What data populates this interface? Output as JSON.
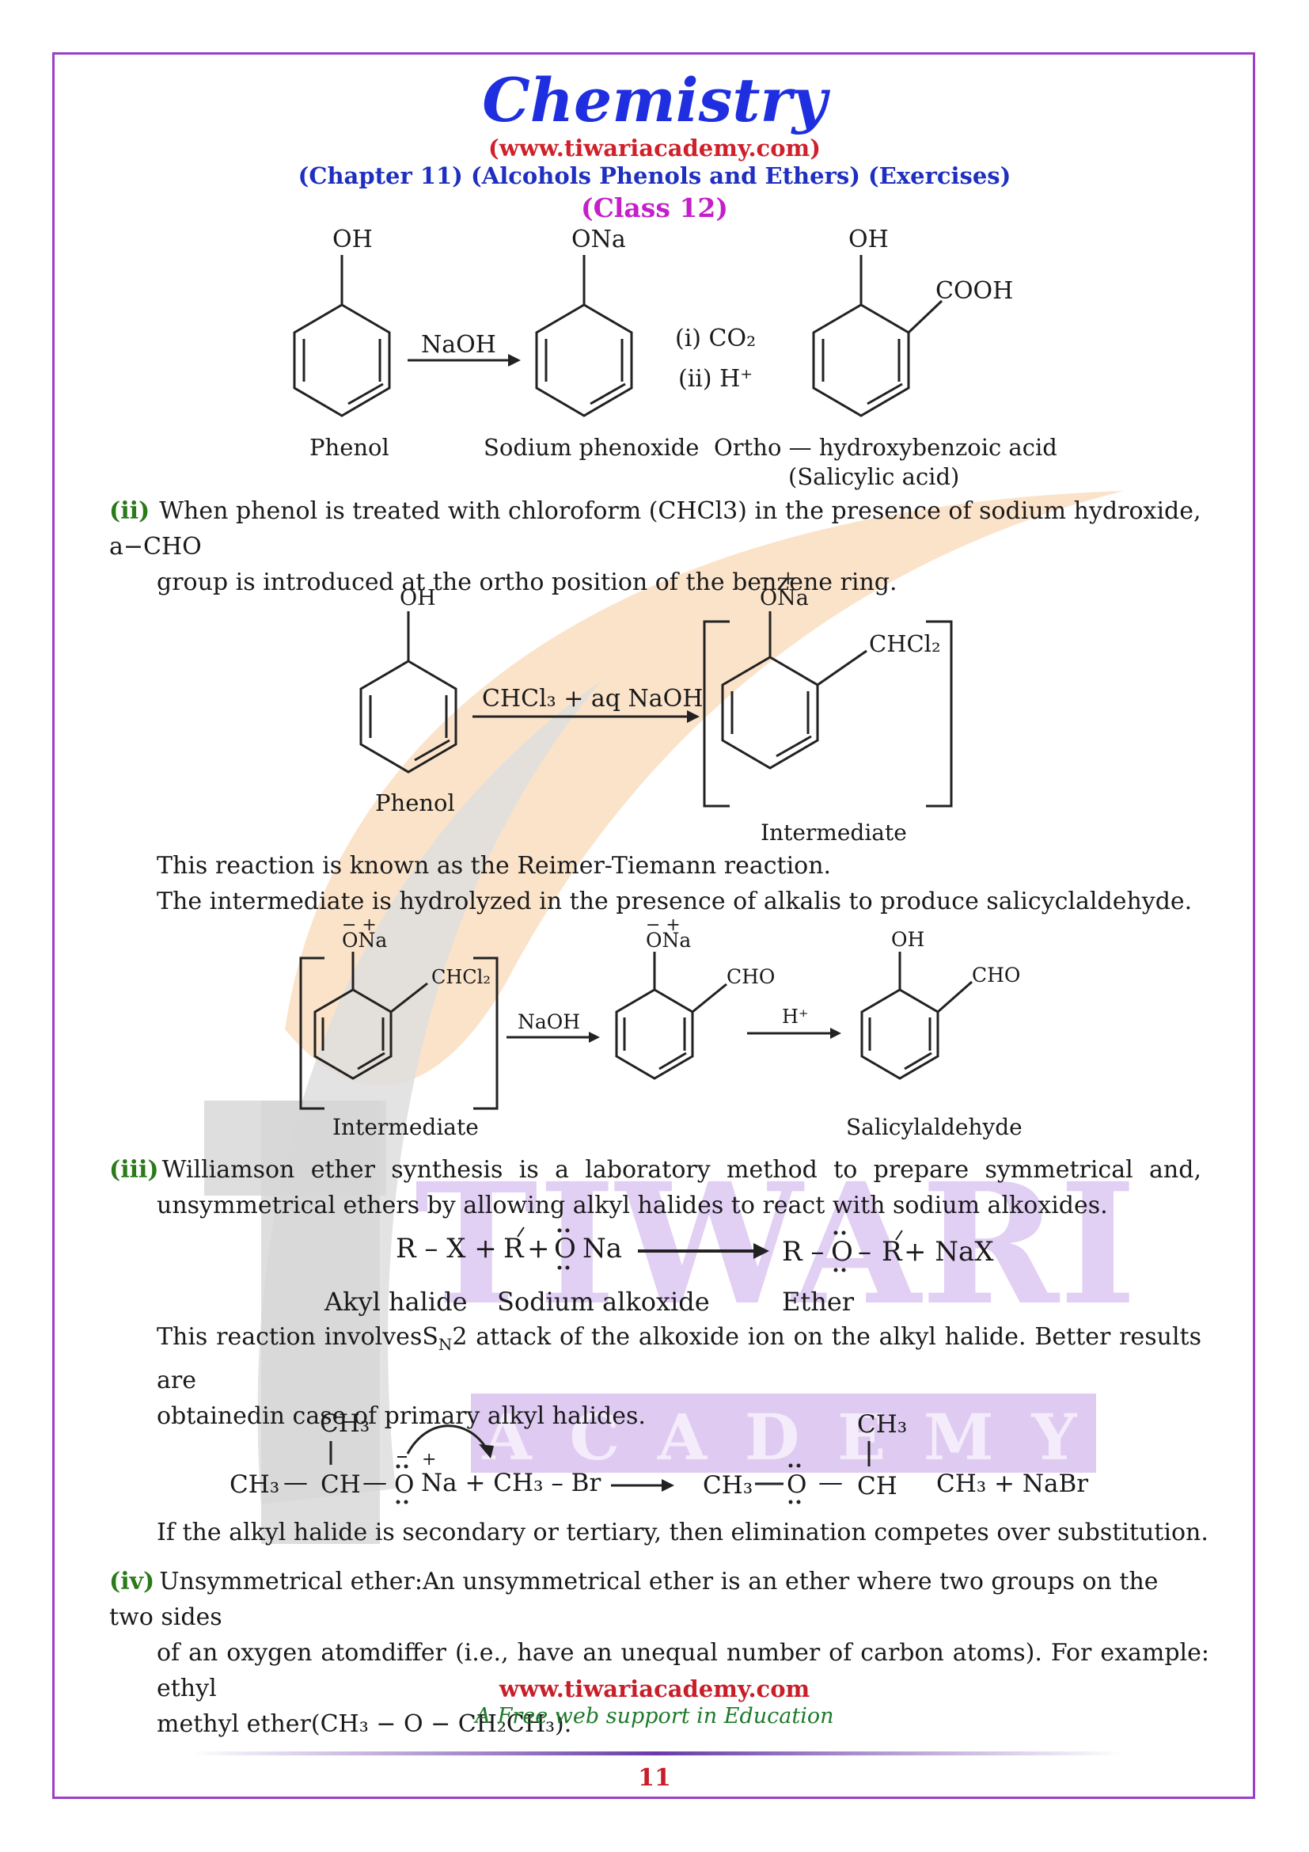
{
  "header": {
    "title": "Chemistry",
    "url": "(www.tiwariacademy.com)",
    "chapter": "(Chapter 11) (Alcohols Phenols and Ethers) (Exercises)",
    "class": "(Class 12)"
  },
  "watermark": {
    "word1": "TIWARI",
    "word2": "A C A D E M Y"
  },
  "scheme1": {
    "phenol_group": "OH",
    "phenoxide_group": "ONa",
    "product_oh": "OH",
    "product_cooh": "COOH",
    "reagent": "NaOH",
    "step1": "(i) CO₂",
    "step2": "(ii) H⁺",
    "label_phenol": "Phenol",
    "label_phenoxide": "Sodium phenoxide",
    "label_product": "Ortho — hydroxybenzoic acid",
    "label_product2": "(Salicylic acid)"
  },
  "section2": {
    "number": "(ii)",
    "text_line1": "When phenol is treated with chloroform (CHCl3) in the presence of sodium hydroxide, a−CHO",
    "text_line2": "group is introduced at the ortho position of the benzene ring."
  },
  "scheme2": {
    "oh": "OH",
    "charge": "− +",
    "ona": "ONa",
    "chcl2": "CHCl₂",
    "reagent": "CHCl₃ + aq NaOH",
    "label_phenol": "Phenol",
    "label_intermediate": "Intermediate"
  },
  "reimer": {
    "line1": "This reaction is known as the Reimer-Tiemann reaction.",
    "line2": "The intermediate is hydrolyzed in the presence of alkalis to produce salicyclaldehyde."
  },
  "scheme3": {
    "charge": "− +",
    "ona": "ONa",
    "chcl2": "CHCl₂",
    "naoh": "NaOH",
    "cho": "CHO",
    "h_plus": "H⁺",
    "oh": "OH",
    "label_intermediate": "Intermediate",
    "label_product": "Salicylaldehyde"
  },
  "section3": {
    "number": "(iii)",
    "text_line1": "Williamson ether synthesis is a laboratory method to prepare symmetrical and,",
    "text_line2": "unsymmetrical ethers by allowing alkyl halides to react with sodium alkoxides."
  },
  "williamson": {
    "lhs_a": "R – X +",
    "lhs_b": "R",
    "lhs_c": "+",
    "lhs_o": "O",
    "lhs_na": "Na",
    "rhs_r": "R –",
    "rhs_o": "O",
    "rhs_dash": "–",
    "rhs_r2": "R",
    "rhs_tail": "+ NaX",
    "label_halide": "Akyl halide",
    "label_alkoxide": "Sodium alkoxide",
    "label_ether": "Ether"
  },
  "sn2": {
    "line1_a": "This reaction involves",
    "line1_b": "S",
    "line1_c": "N",
    "line1_d": "2 attack of the alkoxide ion on the alkyl halide. Better results are",
    "line2": "obtainedin case of primary alkyl halides."
  },
  "scheme4": {
    "ch3_top": "CH₃",
    "ch3": "CH₃",
    "dash1": "—",
    "ch": "CH",
    "dash2": "—",
    "o": "O",
    "na": "Na + CH₃ – Br",
    "prod_ch3": "CH₃",
    "prod_o": "O",
    "prod_dash": "—",
    "prod_ch": "CH",
    "prod_tail": "CH₃ + NaBr",
    "prod_ch3_top": "CH₃"
  },
  "elimination": "If the alkyl halide is secondary or tertiary, then elimination competes over substitution.",
  "section4": {
    "number": "(iv)",
    "text_line1": "Unsymmetrical ether:An unsymmetrical ether is an ether where two groups on the two sides",
    "text_line2": "of an oxygen atomdiffer (i.e., have an unequal number of carbon atoms). For example: ethyl",
    "text_line3": "methyl ether(CH₃ − O − CH₂CH₃)."
  },
  "footer": {
    "url": "www.tiwariacademy.com",
    "tagline": "A Free web support in Education",
    "page": "11"
  }
}
